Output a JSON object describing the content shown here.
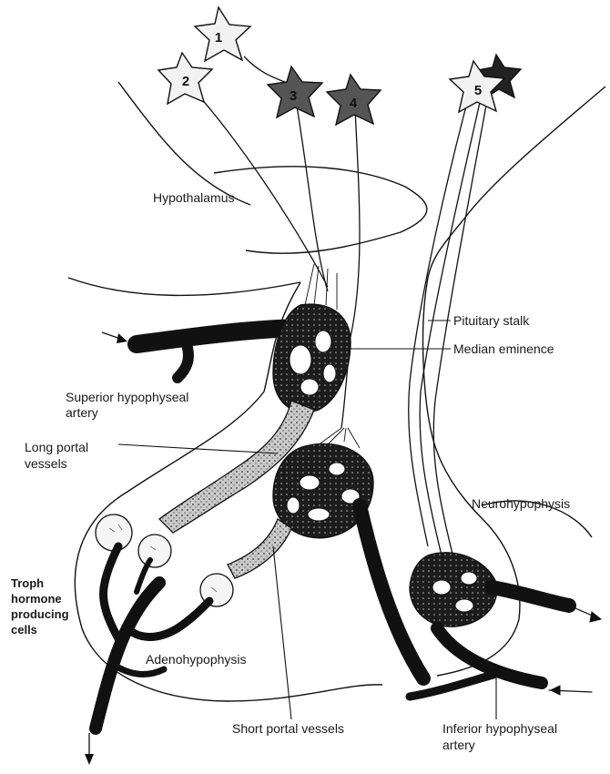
{
  "neurons": [
    "1",
    "2",
    "3",
    "4",
    "5"
  ],
  "labels": {
    "hypothalamus": "Hypothalamus",
    "pituitary_stalk": "Pituitary stalk",
    "median_eminence": "Median eminence",
    "superior_artery_line1": "Superior hypophyseal",
    "superior_artery_line2": "artery",
    "long_portal_line1": "Long portal",
    "long_portal_line2": "vessels",
    "neurohypophysis": "Neurohypophysis",
    "troph_line1": "Troph",
    "troph_line2": "hormone",
    "troph_line3": "producing",
    "troph_line4": "cells",
    "adenohypophysis": "Adenohypophysis",
    "short_portal": "Short portal vessels",
    "inferior_artery_line1": "Inferior hypophyseal",
    "inferior_artery_line2": "artery"
  },
  "colors": {
    "ink": "#111111",
    "light_neuron": "#f2f2f2",
    "dark_neuron": "#555555",
    "portal_fill": "#bdbdbd"
  }
}
